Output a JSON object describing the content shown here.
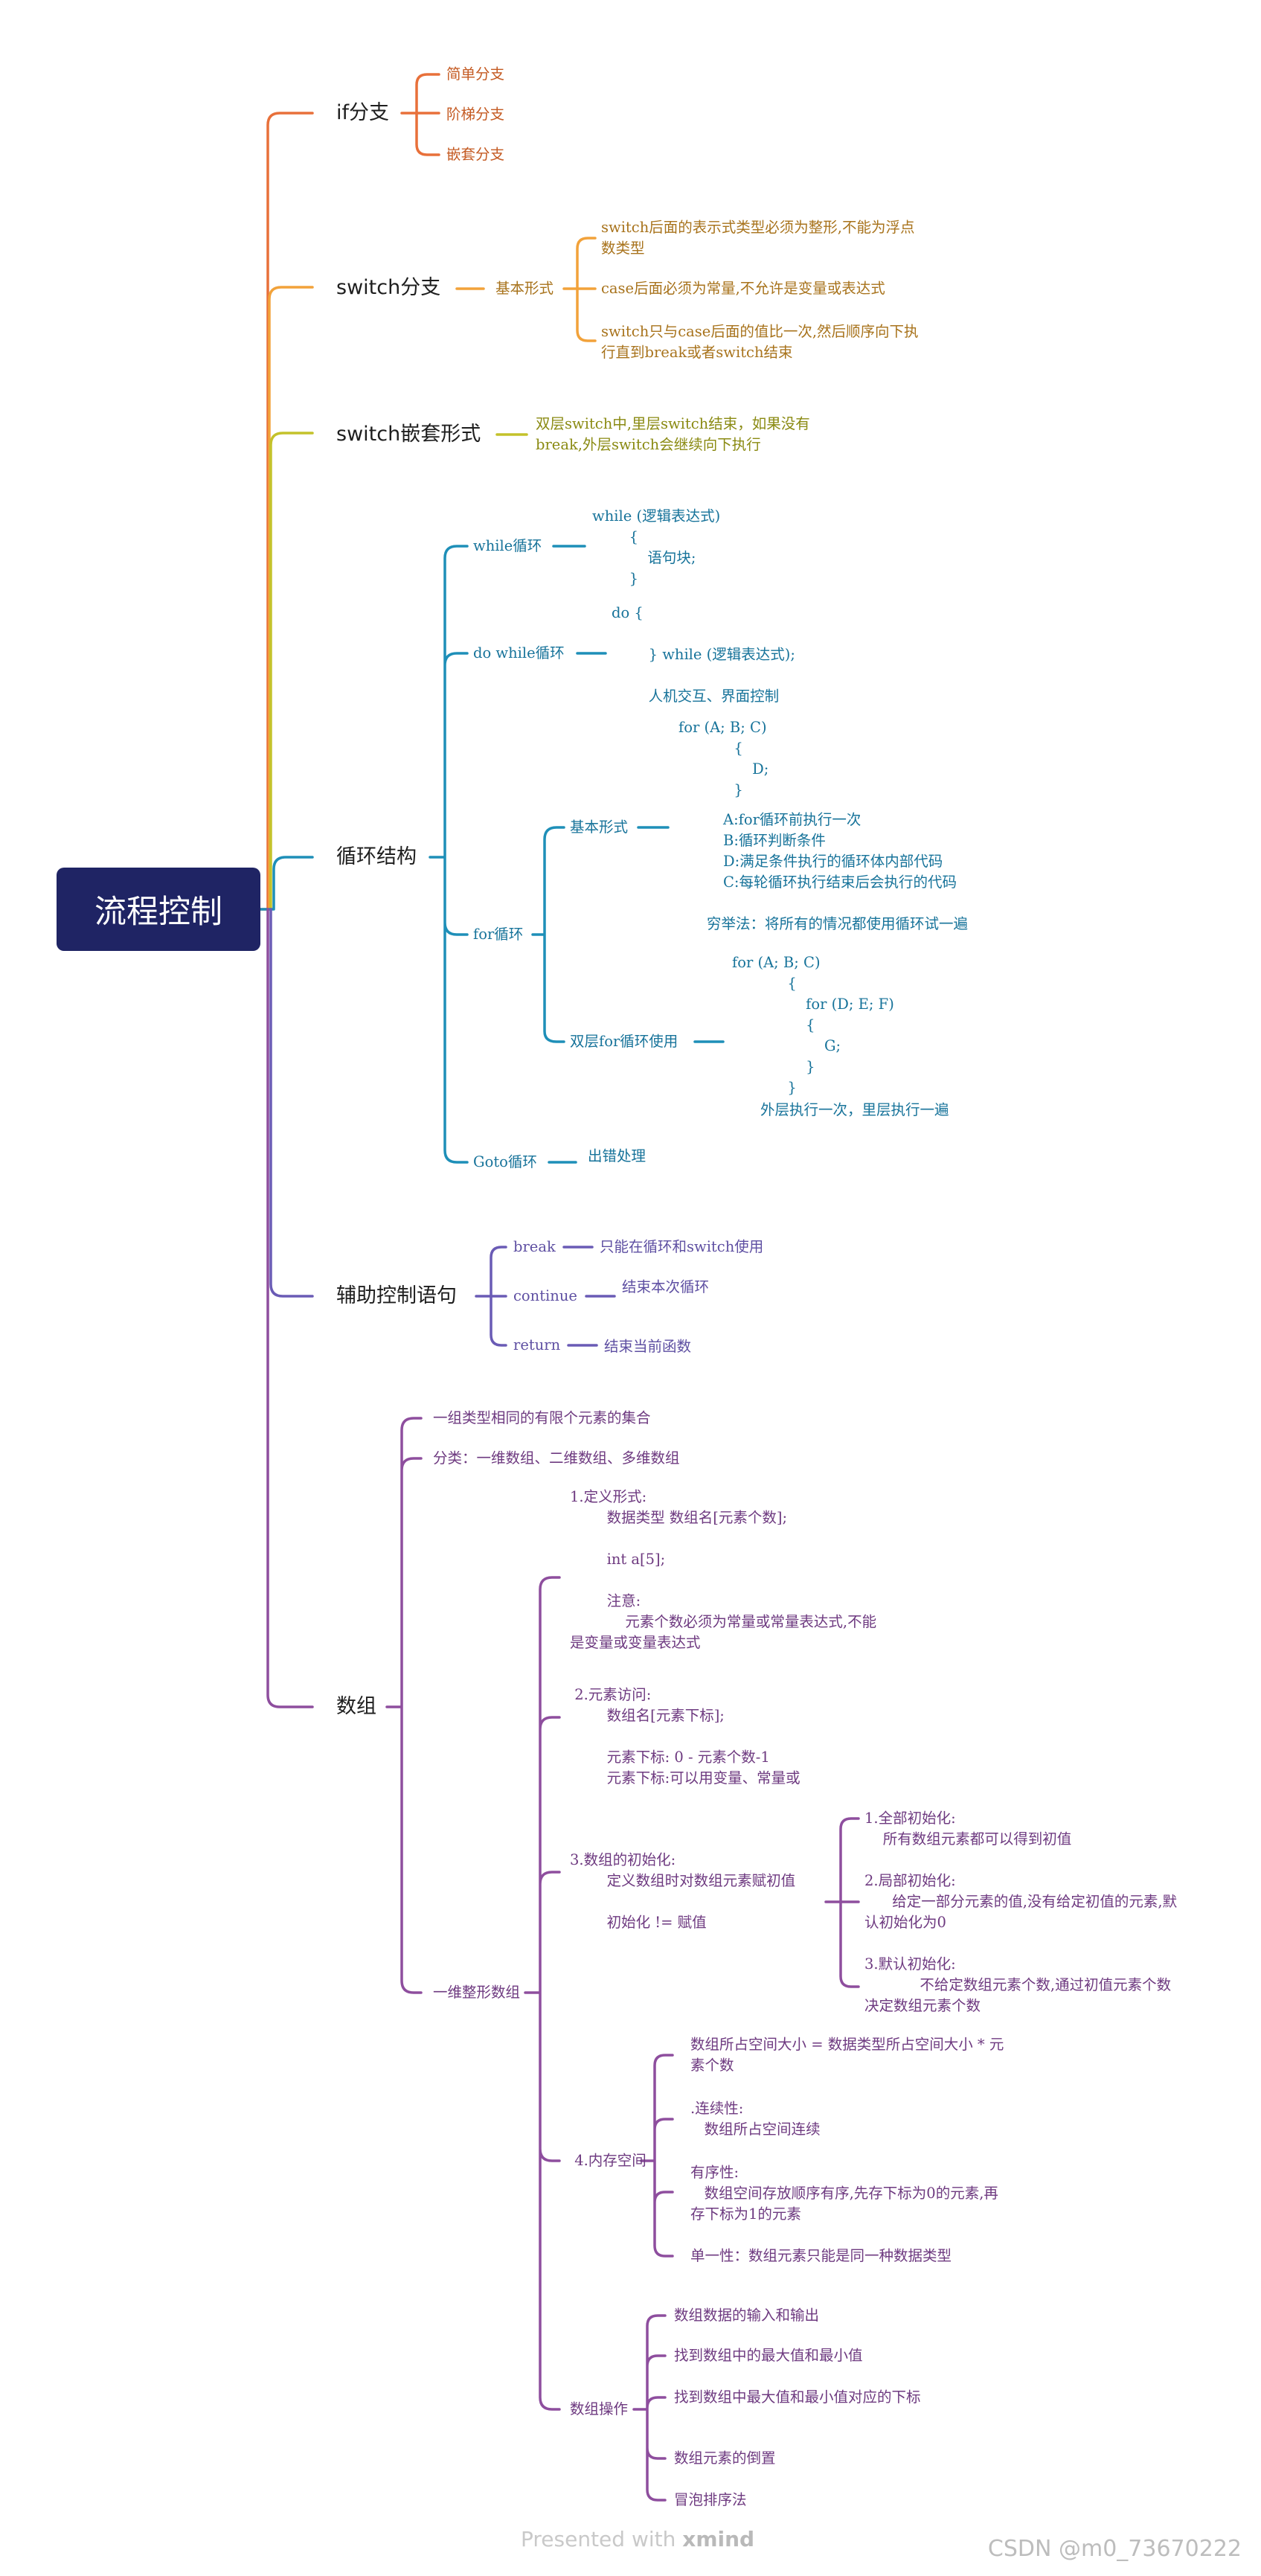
{
  "root": "流程控制",
  "colors": {
    "root_fill": "#1f2464",
    "if": "#e8703a",
    "switch": "#f2a23a",
    "switch_nested": "#c4c22a",
    "loop": "#1e8fb8",
    "aux": "#6a5bb5",
    "array": "#8e4e9e"
  },
  "if_branch": {
    "label": "if分支",
    "children": [
      "简单分支",
      "阶梯分支",
      "嵌套分支"
    ]
  },
  "switch_branch": {
    "label": "switch分支",
    "basic_form": "基本形式",
    "notes": [
      "switch后面的表示式类型必须为整形,不能为浮点\n数类型",
      "case后面必须为常量,不允许是变量或表达式",
      "switch只与case后面的值比一次,然后顺序向下执\n行直到break或者switch结束"
    ]
  },
  "switch_nested": {
    "label": "switch嵌套形式",
    "note": "双层switch中,里层switch结束，如果没有\nbreak,外层switch会继续向下执行"
  },
  "loop": {
    "label": "循环结构",
    "while_label": "while循环",
    "while_code": "while (逻辑表达式)\n        {\n            语句块;\n        }",
    "do_while_label": "do while循环",
    "do_while_code": "do {\n\n        } while (逻辑表达式);\n\n        人机交互、界面控制",
    "for_label": "for循环",
    "for_basic_label": "基本形式",
    "for_basic_code": "for (A; B; C)\n            {\n                D;\n            }",
    "for_basic_desc": "A:for循环前执行一次\nB:循环判断条件\nD:满足条件执行的循环体内部代码\nC:每轮循环执行结束后会执行的代码",
    "exhaust": "穷举法：将所有的情况都使用循环试一遍",
    "for_double_label": "双层for循环使用",
    "for_double_code": "for (A; B; C)\n            {\n                for (D; E; F)\n                {\n                    G;\n                }\n            }",
    "for_double_note": "外层执行一次，里层执行一遍",
    "goto_label": "Goto循环",
    "goto_note": "出错处理"
  },
  "aux": {
    "label": "辅助控制语句",
    "items": [
      {
        "keyword": "break",
        "desc": "只能在循环和switch使用"
      },
      {
        "keyword": "continue",
        "desc": "结束本次循环"
      },
      {
        "keyword": "return",
        "desc": "结束当前函数"
      }
    ]
  },
  "array": {
    "label": "数组",
    "def": "一组类型相同的有限个元素的集合",
    "types": "分类：一维数组、二维数组、多维数组",
    "one_dim": "一维整形数组",
    "definition": "1.定义形式:\n        数据类型 数组名[元素个数];\n\n        int a[5];\n\n        注意:\n            元素个数必须为常量或常量表达式,不能\n是变量或变量表达式",
    "access": " 2.元素访问:\n        数组名[元素下标];\n\n        元素下标: 0 - 元素个数-1\n        元素下标:可以用变量、常量或",
    "init": "3.数组的初始化:\n        定义数组时对数组元素赋初值\n\n        初始化 != 赋值",
    "init_full": "1.全部初始化:\n    所有数组元素都可以得到初值",
    "init_partial": "2.局部初始化:\n      给定一部分元素的值,没有给定初值的元素,默\n认初始化为0",
    "init_default": "3.默认初始化:\n            不给定数组元素个数,通过初值元素个数\n决定数组元素个数",
    "memory_label": " 4.内存空间",
    "memory_size": "数组所占空间大小 = 数据类型所占空间大小 * 元\n素个数",
    "memory_cont": ".连续性:\n   数组所占空间连续",
    "memory_order": "有序性:\n   数组空间存放顺序有序,先存下标为0的元素,再\n存下标为1的元素",
    "memory_single": "单一性：数组元素只能是同一种数据类型",
    "ops_label": "数组操作",
    "ops": [
      "数组数据的输入和输出",
      "找到数组中的最大值和最小值",
      "找到数组中最大值和最小值对应的下标",
      "数组元素的倒置",
      "冒泡排序法"
    ]
  },
  "footer": {
    "prefix": "Presented with ",
    "brand": "xmind"
  },
  "watermark": "CSDN @m0_73670222"
}
